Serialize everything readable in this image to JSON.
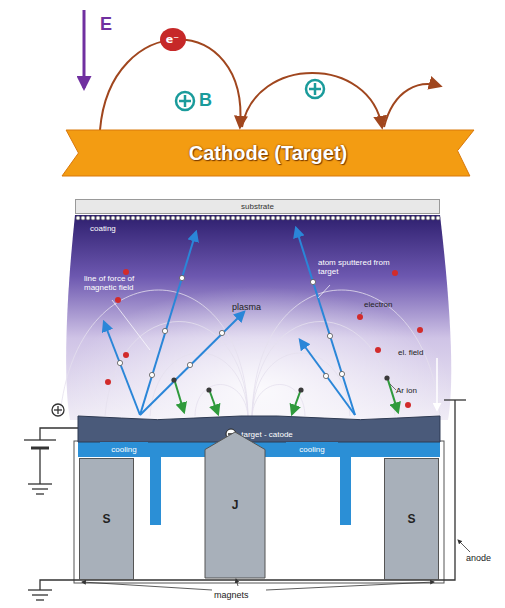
{
  "diagram": {
    "nodes": [
      {
        "text": [
          "e⁻"
        ]
      },
      {
        "text": [
          "Cathode (Target)"
        ]
      },
      {
        "text": [
          "substrate"
        ]
      },
      {
        "text": [
          "target - catode"
        ]
      },
      {
        "text": [
          "cooling"
        ]
      },
      {
        "text": [
          "cooling"
        ]
      },
      {
        "text": [
          "S"
        ]
      },
      {
        "text": [
          "J"
        ]
      },
      {
        "text": [
          "S"
        ]
      }
    ],
    "labels": [
      "E",
      "B",
      "coating",
      "line of force of magnetic field",
      "plasma",
      "atom sputtered from target",
      "electron",
      "el. field",
      "Ar ion",
      "anode",
      "magnets"
    ]
  }
}
